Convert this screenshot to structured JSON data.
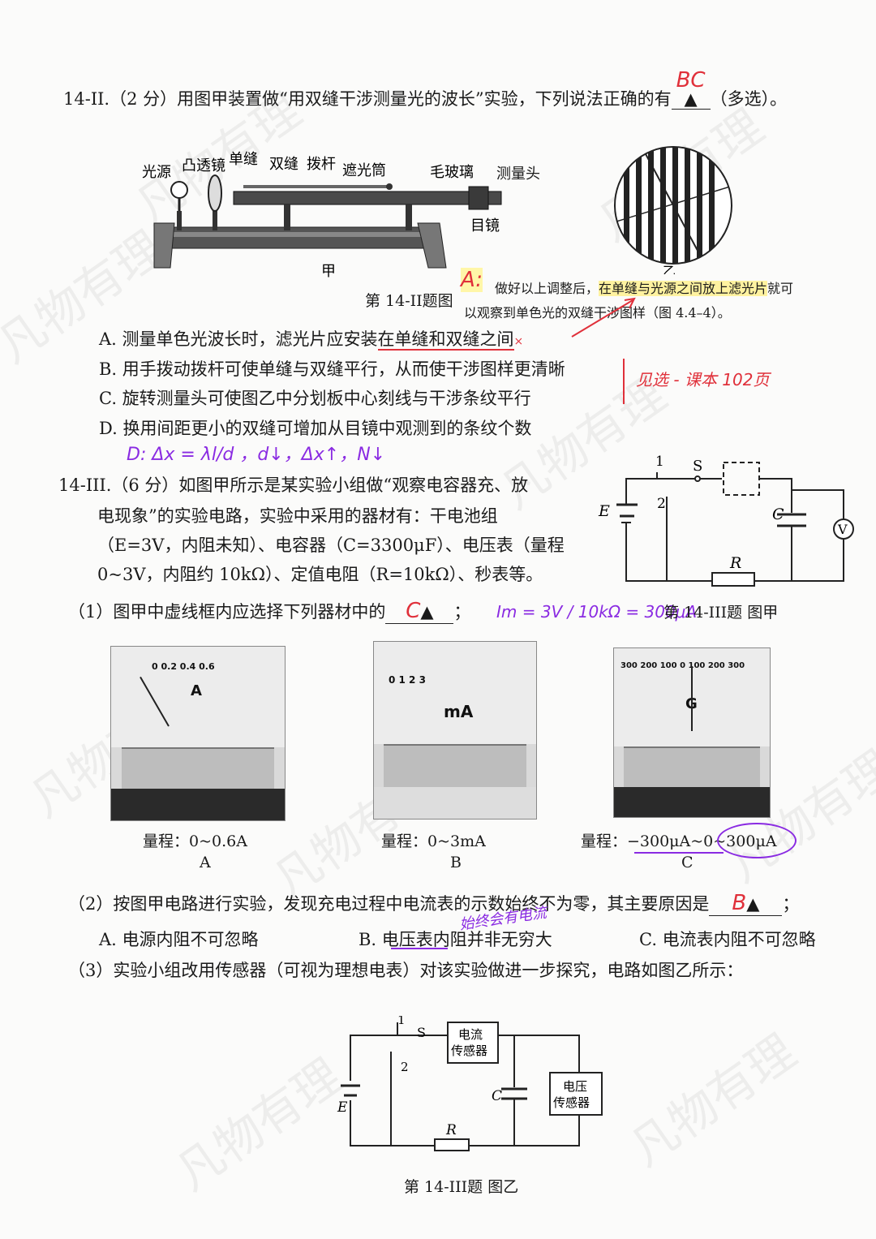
{
  "q14_2": {
    "stem": "14-II.（2 分）用图甲装置做“用双缝干涉测量光的波长”实验，下列说法正确的有",
    "answer_mark": "▲",
    "tail": "（多选）。",
    "handwritten_answer": "BC",
    "apparatus_labels": {
      "light_source": "光源",
      "convex_lens": "凸透镜",
      "single_slit": "单缝",
      "double_slit": "双缝",
      "lever": "拨杆",
      "tube": "遮光筒",
      "ground_glass": "毛玻璃",
      "measuring_head": "测量头",
      "eyepiece": "目镜",
      "jia": "甲",
      "yi": "乙"
    },
    "figure_caption": "第 14-II题图",
    "note_letter": "A:",
    "note_line1_pre": "做好以上调整后，",
    "note_line1_hl": "在单缝与光源之间放上滤光片",
    "note_line1_post": "就可",
    "note_line2": "以观察到单色光的双缝干涉图样（图 4.4–4）。",
    "options": [
      {
        "pre": "A. 测量单色光波长时，滤光片应安装",
        "under": "在单缝和双缝之间",
        "post": ""
      },
      {
        "pre": "B. 用手拨动拨杆可使单缝与双缝平行，从而使干涉图样更清晰",
        "under": "",
        "post": ""
      },
      {
        "pre": "C. 旋转测量头可使图乙中分划板中心刻线与干涉条纹平行",
        "under": "",
        "post": ""
      },
      {
        "pre": "D. 换用间距更小的双缝可增加从目镜中观测到的条纹个数",
        "under": "",
        "post": ""
      }
    ],
    "red_note": "见选 - 课本 102页",
    "d_note": "D:  Δx = λl/d ，d↓，Δx↑，N↓"
  },
  "q14_3": {
    "stem_lines": [
      "14-III.（6 分）如图甲所示是某实验小组做“观察电容器充、放",
      "电现象”的实验电路，实验中采用的器材有：干电池组",
      "（E=3V，内阻未知）、电容器（C=3300μF）、电压表（量程",
      "0~3V，内阻约 10kΩ）、定值电阻（R=10kΩ）、秒表等。"
    ],
    "circuit_labels": {
      "one": "1",
      "two": "2",
      "s": "S",
      "e": "E",
      "c": "C",
      "r": "R",
      "v": "V"
    },
    "fig_jia_caption": "第 14-III题  图甲",
    "p1_stem": "（1）图甲中虚线框内应选择下列器材中的",
    "p1_hand": "C",
    "p1_tail": "；",
    "p1_calc": "Im = 3V / 10kΩ = 300μA",
    "meters": [
      {
        "range": "量程：0~0.6A",
        "letter": "A",
        "face": "A",
        "scale": "0   0.2   0.4   0.6"
      },
      {
        "range": "量程：0~3mA",
        "letter": "B",
        "face": "mA",
        "scale": "0      1      2      3"
      },
      {
        "range": "量程：−300μA~0~300μA",
        "letter": "C",
        "face": "G",
        "scale": "300 200 100  0  100 200 300"
      }
    ],
    "p2_stem": "（2）按图甲电路进行实验，发现充电过程中电流表的示数始终不为零，其主要原因是",
    "p2_hand": "B",
    "p2_tail": "；",
    "p2_options": [
      "A.  电源内阻不可忽略",
      "B.  电压表内阻并非无穷大",
      "C.  电流表内阻不可忽略"
    ],
    "p2_hand_note": "始终会有电流",
    "p3_stem": "（3）实验小组改用传感器（可视为理想电表）对该实验做进一步探究，电路如图乙所示：",
    "fig2_labels": {
      "current": "电流",
      "sensor": "传感器",
      "voltage": "电压",
      "one": "1",
      "two": "2",
      "s": "S",
      "e": "E",
      "c": "C",
      "r": "R"
    },
    "fig_yi_caption": "第 14-III题  图乙"
  },
  "watermark": "凡物有理"
}
